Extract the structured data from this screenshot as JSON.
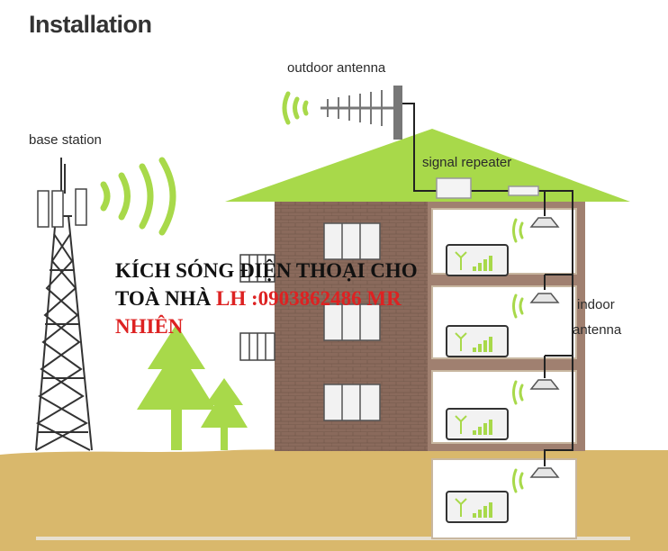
{
  "title": "Installation",
  "labels": {
    "outdoor_antenna": "outdoor antenna",
    "base_station": "base station",
    "signal_repeater": "signal repeater",
    "indoor_line1": "indoor",
    "indoor_line2": "antenna"
  },
  "overlay": {
    "line1": "KÍCH SÓNG ĐIỆN THOẠI CHO",
    "line2_black": "TOÀ NHÀ ",
    "line2_red": "LH :0903862486 MR",
    "line3_red": "NHIÊN"
  },
  "colors": {
    "roof": "#a8d94a",
    "brick": "#8a6a5c",
    "ground": "#d9b86c",
    "tree": "#a8d94a",
    "cable": "#222222",
    "overlay_red": "#dd2222"
  }
}
